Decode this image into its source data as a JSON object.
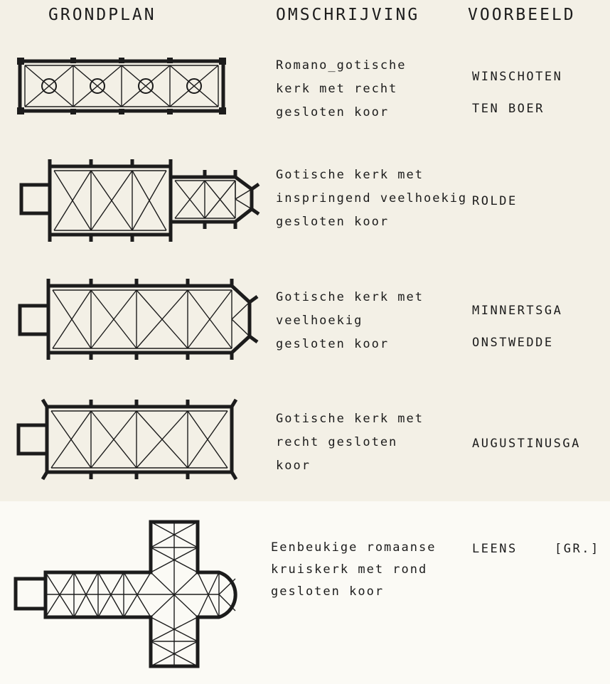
{
  "headers": {
    "plan": "GRONDPLAN",
    "description": "OMSCHRIJVING",
    "example": "VOORBEELD"
  },
  "rows": [
    {
      "description": [
        "Romano_gotische",
        "kerk met recht",
        "gesloten koor"
      ],
      "examples": [
        "WINSCHOTEN",
        "TEN BOER"
      ]
    },
    {
      "description": [
        "Gotische kerk met",
        "inspringend veelhoekig",
        "gesloten koor"
      ],
      "examples": [
        "ROLDE"
      ]
    },
    {
      "description": [
        "Gotische kerk met",
        "veelhoekig",
        "gesloten koor"
      ],
      "examples": [
        "MINNERTSGA",
        "ONSTWEDDE"
      ]
    },
    {
      "description": [
        "Gotische kerk met",
        "recht gesloten",
        "koor"
      ],
      "examples": [
        "AUGUSTINUSGA"
      ]
    },
    {
      "description": [
        "Eenbeukige romaanse",
        "kruiskerk met rond",
        "gesloten koor"
      ],
      "examples": [
        "LEENS",
        "[GR.]"
      ]
    }
  ],
  "colors": {
    "ink": "#1c1c1c",
    "paper": "#f3f0e6"
  }
}
